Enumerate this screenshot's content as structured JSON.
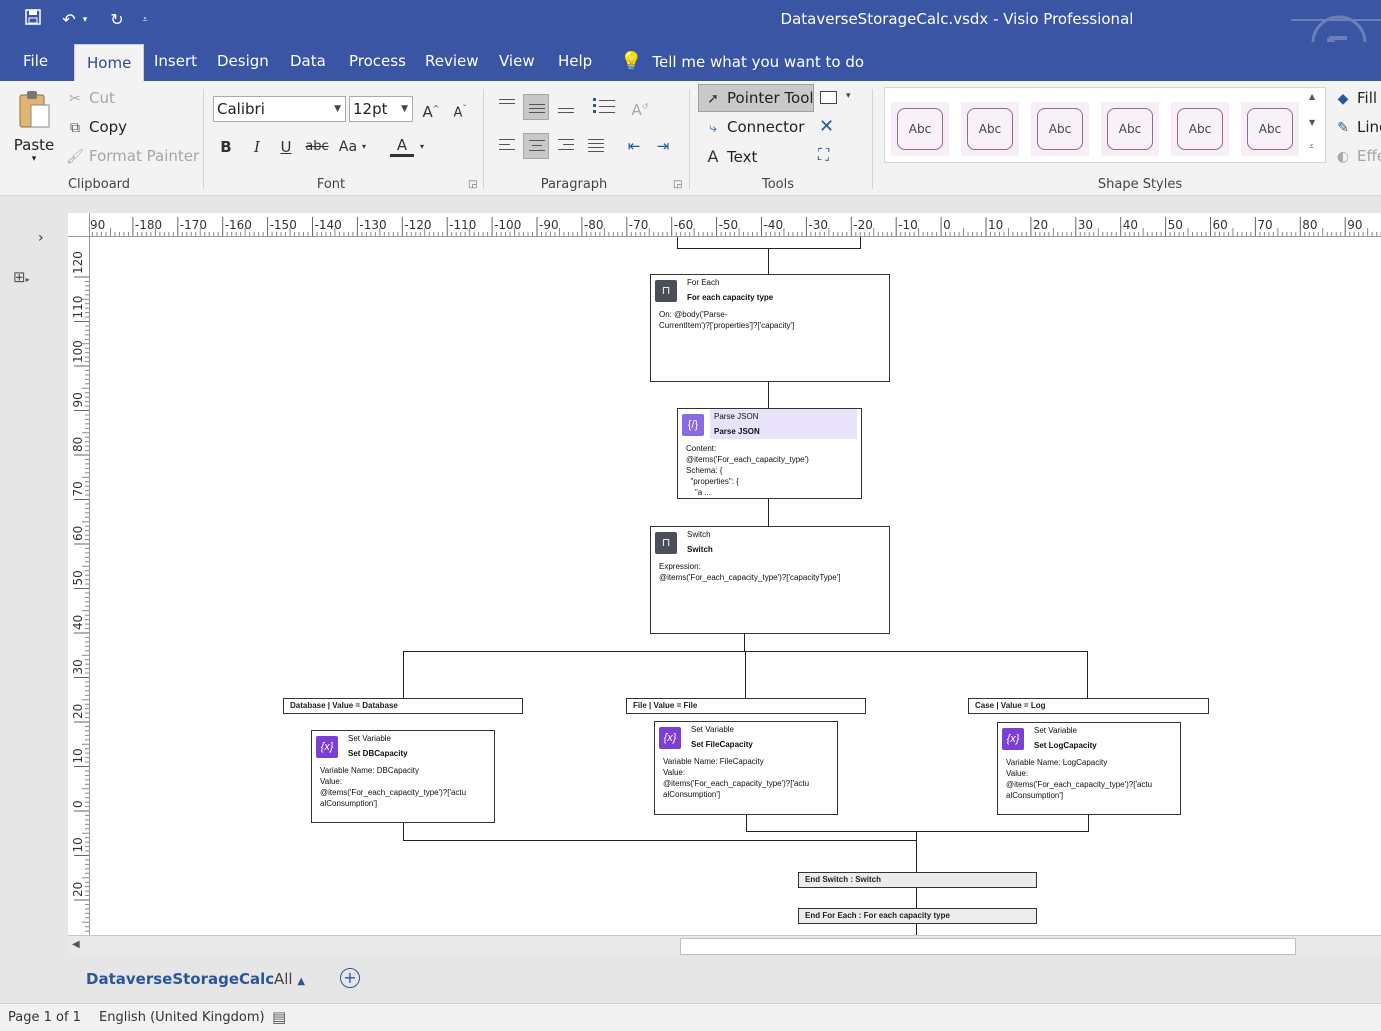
{
  "app": {
    "title": "DataverseStorageCalc.vsdx  -  Visio Professional"
  },
  "tabs": [
    {
      "label": "File"
    },
    {
      "label": "Home"
    },
    {
      "label": "Insert"
    },
    {
      "label": "Design"
    },
    {
      "label": "Data"
    },
    {
      "label": "Process"
    },
    {
      "label": "Review"
    },
    {
      "label": "View"
    },
    {
      "label": "Help"
    }
  ],
  "tellme": "Tell me what you want to do",
  "clipboard": {
    "paste": "Paste",
    "cut": "Cut",
    "copy": "Copy",
    "format_painter": "Format Painter",
    "label": "Clipboard"
  },
  "font": {
    "family": "Calibri",
    "size": "12pt",
    "bold": "B",
    "italic": "I",
    "underline": "U",
    "strike": "abc",
    "case": "Aa",
    "color": "A",
    "label": "Font"
  },
  "paragraph": {
    "label": "Paragraph"
  },
  "tools": {
    "pointer": "Pointer Tool",
    "connector": "Connector",
    "text": "Text",
    "label": "Tools"
  },
  "shape_styles": {
    "label": "Shape Styles",
    "items": [
      "Abc",
      "Abc",
      "Abc",
      "Abc",
      "Abc",
      "Abc"
    ],
    "fill": "Fill",
    "line": "Line",
    "effects": "Effe"
  },
  "ruler": {
    "h_ticks": [
      "90",
      "-180",
      "-170",
      "-160",
      "-150",
      "-140",
      "-130",
      "-120",
      "-110",
      "-100",
      "-90",
      "-80",
      "-70",
      "-60",
      "-50",
      "-40",
      "-30",
      "-20",
      "-10",
      "0",
      "10",
      "20",
      "30",
      "40",
      "50",
      "60",
      "70",
      "80",
      "90"
    ],
    "v_ticks": [
      "120",
      "110",
      "100",
      "90",
      "80",
      "70",
      "60",
      "50",
      "40",
      "30",
      "20",
      "10",
      "0",
      "10",
      "20"
    ]
  },
  "diagram": {
    "foreach": {
      "type": "For Each",
      "name": "For each capacity type",
      "body": "On: @body('Parse-\nCurrentItem')?['properties']?['capacity']"
    },
    "parse": {
      "type": "Parse JSON",
      "name": "Parse JSON",
      "body": "Content:\n@items('For_each_capacity_type')\nSchema: {\n  \"properties\": {\n    \"a ..."
    },
    "switch": {
      "type": "Switch",
      "name": "Switch",
      "body": "Expression:\n@items('For_each_capacity_type')?['capacityType']"
    },
    "cases": [
      {
        "label": "Database | Value = Database",
        "type": "Set Variable",
        "name": "Set DBCapacity",
        "body": "Variable Name: DBCapacity\nValue:\n@items('For_each_capacity_type')?['actu\nalConsumption']"
      },
      {
        "label": "File | Value = File",
        "type": "Set Variable",
        "name": "Set FileCapacity",
        "body": "Variable Name: FileCapacity\nValue:\n@items('For_each_capacity_type')?['actu\nalConsumption']"
      },
      {
        "label": "Case | Value = Log",
        "type": "Set Variable",
        "name": "Set LogCapacity",
        "body": "Variable Name: LogCapacity\nValue:\n@items('For_each_capacity_type')?['actu\nalConsumption']"
      }
    ],
    "end_switch": "End Switch : Switch",
    "end_foreach": "End For Each : For each capacity type"
  },
  "pages": {
    "active": "DataverseStorageCalc",
    "all": "All"
  },
  "status": {
    "page": "Page 1 of 1",
    "language": "English (United Kingdom)"
  }
}
